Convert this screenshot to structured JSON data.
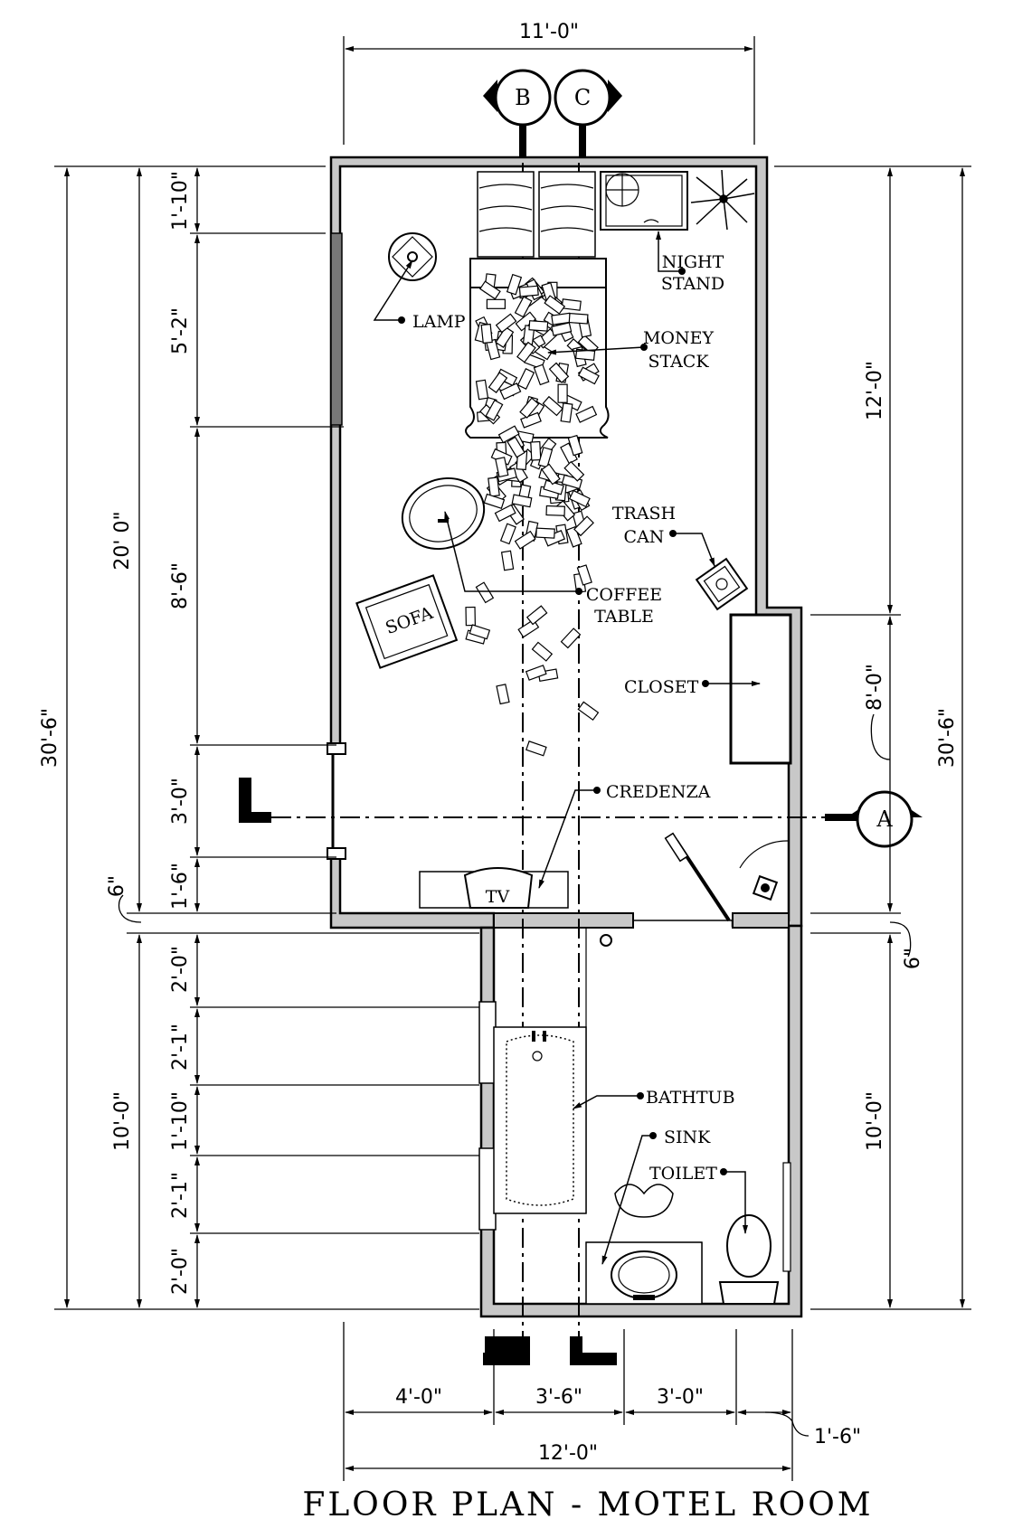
{
  "title": "FLOOR PLAN - MOTEL ROOM",
  "section_markers": [
    "A",
    "B",
    "C"
  ],
  "dimensions": {
    "top_overall": "11'-0\"",
    "bottom_overall": "12'-0\"",
    "bottom_segments": [
      "4'-0\"",
      "3'-6\"",
      "3'-0\"",
      "1'-6\""
    ],
    "left_overall": "30'-6\"",
    "left_main": "20' 0\"",
    "left_bath": "10'-0\"",
    "left_segments": [
      "1'-10\"",
      "5'-2\"",
      "8'-6\"",
      "3'-0\"",
      "1'-6\"",
      "6\""
    ],
    "left_bath_segments": [
      "2'-0\"",
      "2'-1\"",
      "1'-10\"",
      "2'-1\"",
      "2'-0\""
    ],
    "right_overall": "30'-6\"",
    "right_segments": [
      "12'-0\"",
      "8'-0\"",
      "6\"",
      "10'-0\""
    ]
  },
  "labels": {
    "night_stand": [
      "NIGHT",
      "STAND"
    ],
    "lamp": "LAMP",
    "money_stack": [
      "MONEY",
      "STACK"
    ],
    "trash_can": [
      "TRASH",
      "CAN"
    ],
    "coffee_table": [
      "COFFEE",
      "TABLE"
    ],
    "sofa": "SOFA",
    "closet": "CLOSET",
    "credenza": "CREDENZA",
    "tv": "TV",
    "bathtub": "BATHTUB",
    "sink": "SINK",
    "toilet": "TOILET"
  }
}
